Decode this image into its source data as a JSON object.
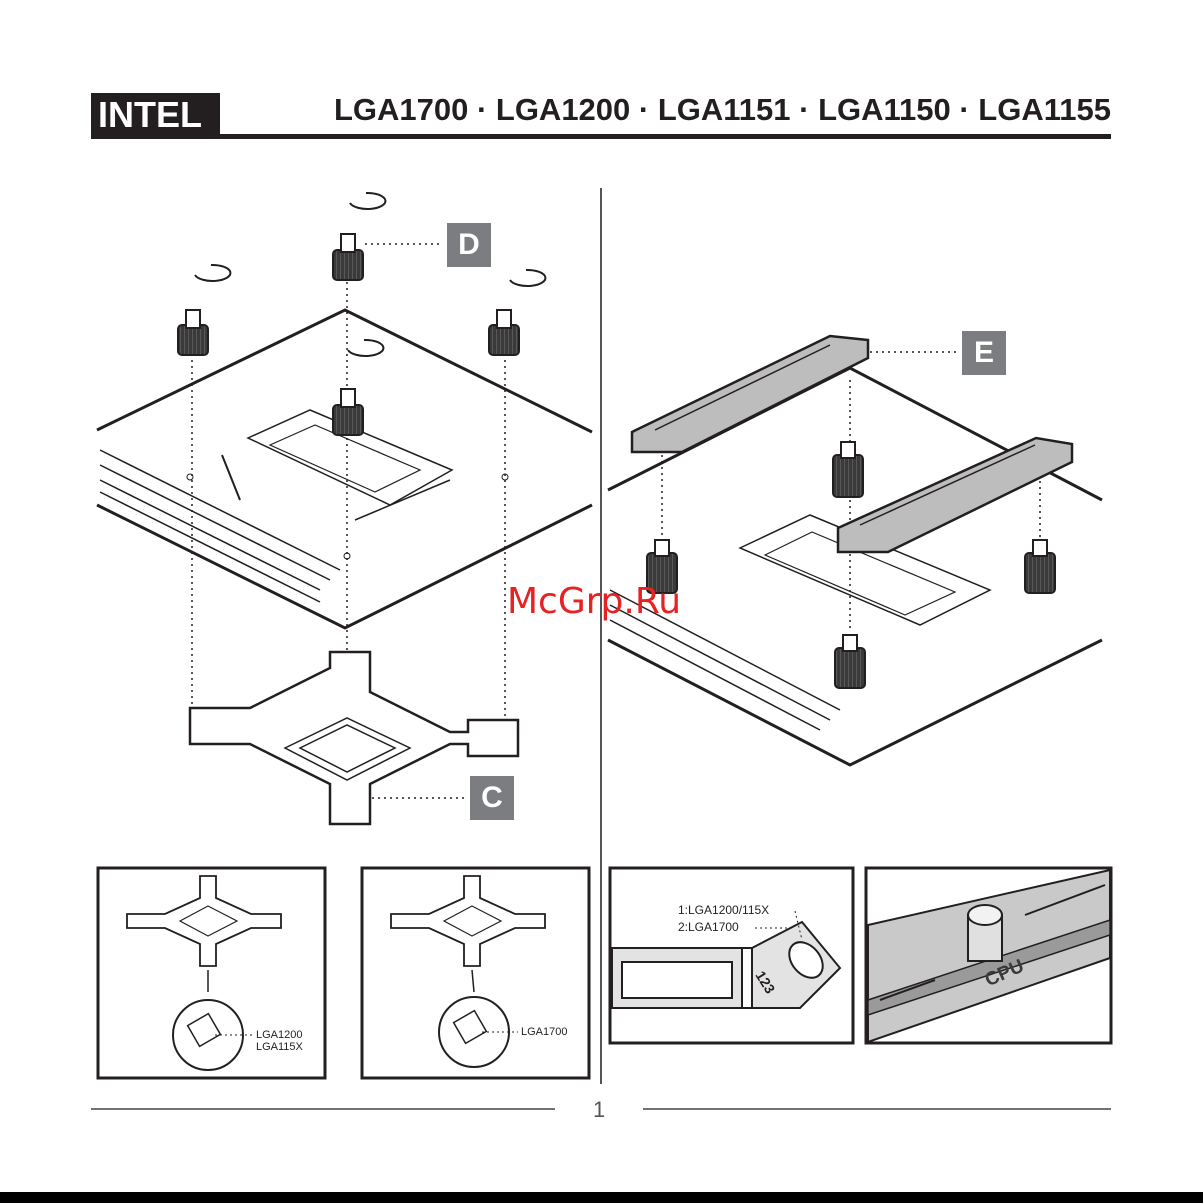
{
  "header": {
    "brand": "INTEL",
    "sockets": "LGA1700 · LGA1200 · LGA1151 · LGA1150 · LGA1155"
  },
  "labels": {
    "d": "D",
    "c": "C",
    "e": "E"
  },
  "detail_panels": {
    "panel1_caption_line1": "LGA1200",
    "panel1_caption_line2": "LGA115X",
    "panel2_caption": "LGA1700",
    "panel3_option1": "1:LGA1200/115X",
    "panel3_option2": "2:LGA1700",
    "panel3_slot_numbers": "123",
    "panel4_marking": "CPU"
  },
  "watermark": "McGrp.Ru",
  "footer": {
    "page_number": "1"
  }
}
